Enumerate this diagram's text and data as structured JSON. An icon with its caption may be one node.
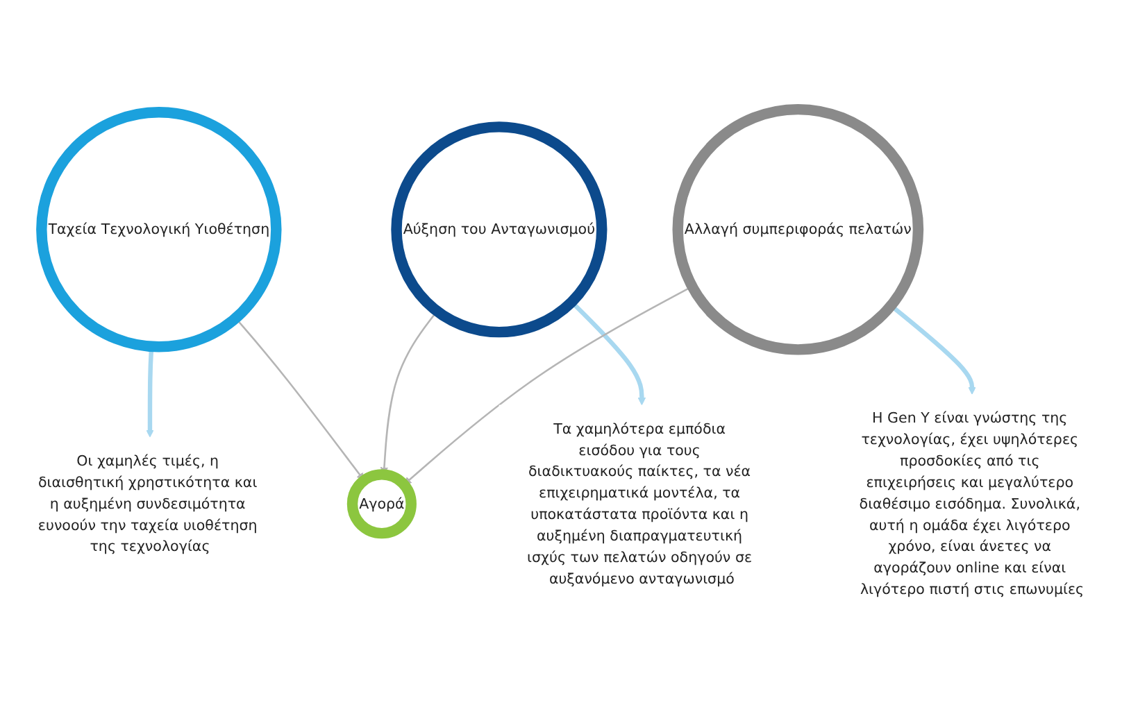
{
  "diagram": {
    "nodes": [
      {
        "text": [
          "Ταχεία Τεχνολογική Υιοθέτηση"
        ]
      },
      {
        "text": [
          "Οι χαμηλές τιμές, η διαισθητική χρηστικότητα και η αυξημένη συνδεσιμότητα ευνοούν την ταχεία υιοθέτηση της τεχνολογίας"
        ]
      },
      {
        "text": [
          "Τα χαμηλότερα εμπόδια εισόδου για τους διαδικτυακούς παίκτες, τα νέα επιχειρηματικά μοντέλα, τα υποκατάστατα προϊόντα και η αυξημένη διαπραγματευτική ισχύς των πελατών οδηγούν σε αυξανόμενο ανταγωνισμό"
        ]
      },
      {
        "text": [
          "Αγορά"
        ]
      },
      {
        "text": [
          "Αύξηση του Ανταγωνισμού"
        ]
      },
      {
        "text": [
          "Αλλαγή συμπεριφοράς πελατών"
        ]
      },
      {
        "text": [
          "Η Gen Y είναι γνώστης της τεχνολογίας, έχει υψηλότερες προσδοκίες από τις επιχειρήσεις και μεγαλύτερο διαθέσιμο εισόδημα. Συνολικά, αυτή η ομάδα έχει λιγότερο χρόνο, είναι άνετες να αγοράζουν online και είναι λιγότερο πιστή στις επωνυμίες"
        ]
      }
    ],
    "edges": [
      {
        "from": 0,
        "to": 1,
        "arrow": "to",
        "style": "thick",
        "color": "#a8d8f0"
      },
      {
        "from": 4,
        "to": 2,
        "arrow": "to",
        "style": "thick",
        "color": "#a8d8f0"
      },
      {
        "from": 5,
        "to": 6,
        "arrow": "to",
        "style": "thick",
        "color": "#a8d8f0"
      },
      {
        "from": 0,
        "to": 3,
        "arrow": "to"
      },
      {
        "from": 4,
        "to": 3,
        "arrow": "to"
      },
      {
        "from": 5,
        "to": 3,
        "arrow": "to"
      }
    ]
  }
}
